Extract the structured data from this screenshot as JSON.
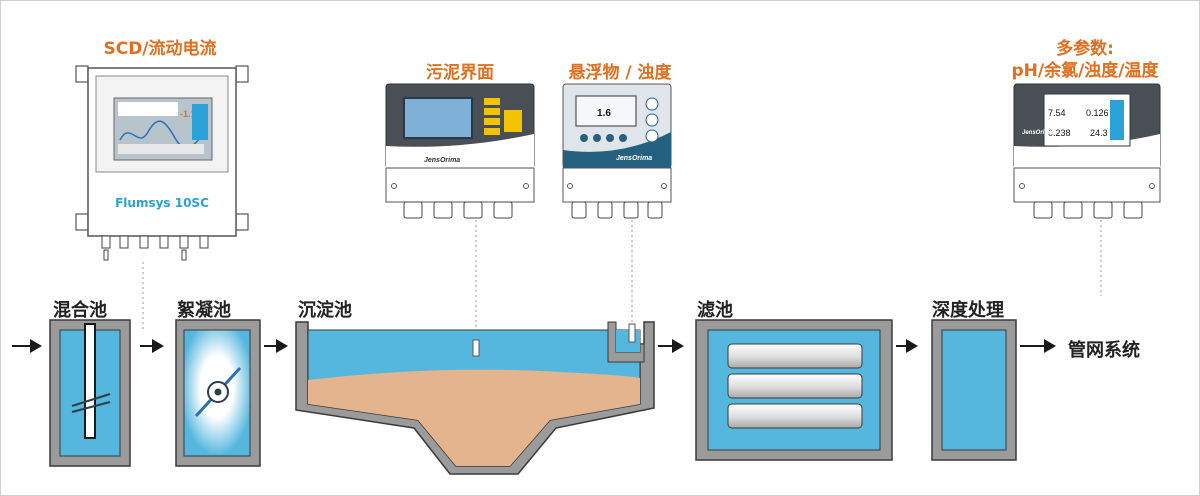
{
  "instruments": {
    "scd": {
      "title": "SCD/流动电流",
      "model": "Flumsys 10SC",
      "display_value": "-1.19"
    },
    "sludge": {
      "title": "污泥界面",
      "brand": "JensOrima"
    },
    "turbidity": {
      "title": "悬浮物 / 浊度",
      "brand": "JensOrima",
      "reading": "1.6"
    },
    "multi": {
      "title_line1": "多参数:",
      "title_line2": "pH/余氯/浊度/温度",
      "brand": "JensOrima",
      "readings": [
        "7.54",
        "0.126",
        "0.238",
        "24.3"
      ]
    }
  },
  "process": {
    "mixing": "混合池",
    "flocculation": "絮凝池",
    "sedimentation": "沉淀池",
    "filter": "滤池",
    "advanced": "深度处理",
    "network": "管网系统"
  },
  "colors": {
    "water": "#55b6de",
    "sludge": "#e3b48e",
    "wall": "#9b9b9b",
    "wall_dark": "#3a3a3a",
    "panel": "#4a4f55",
    "accent_orange": "#e36f1e",
    "brand_blue": "#2aa2d8"
  }
}
